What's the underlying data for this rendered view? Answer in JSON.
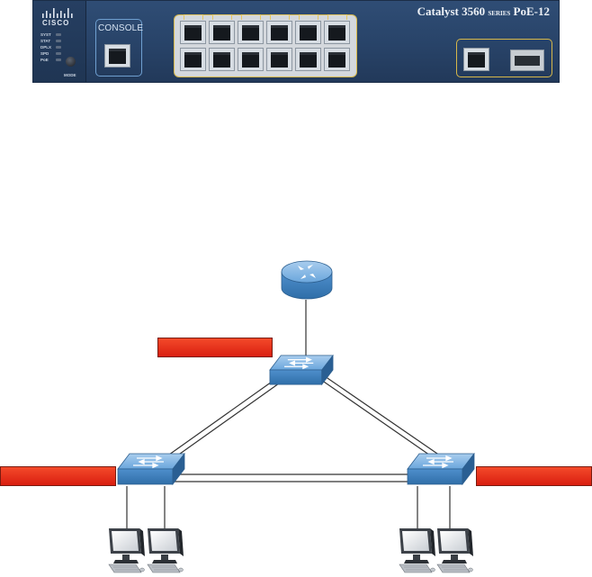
{
  "switch_panel": {
    "brand": "CISCO",
    "model": "Catalyst 3560",
    "series_word": "SERIES",
    "model_suffix": "PoE-12",
    "console_label": "CONSOLE",
    "led_labels": [
      "SYST",
      "STAT",
      "DPLX",
      "SPD",
      "PoE"
    ],
    "mode_label": "MODE",
    "access_ports": 12,
    "uplink_ports": 2
  },
  "diagram": {
    "router_icon": "router-icon",
    "switch_icon": "switch-icon",
    "pc_icon": "desktop-pc-icon",
    "labels": {
      "top": "",
      "left": "",
      "right": ""
    },
    "colors": {
      "device_blue": "#5d9bd5",
      "device_dark": "#2f6ea8",
      "label_red": "#e8301c",
      "link": "#333333"
    }
  }
}
